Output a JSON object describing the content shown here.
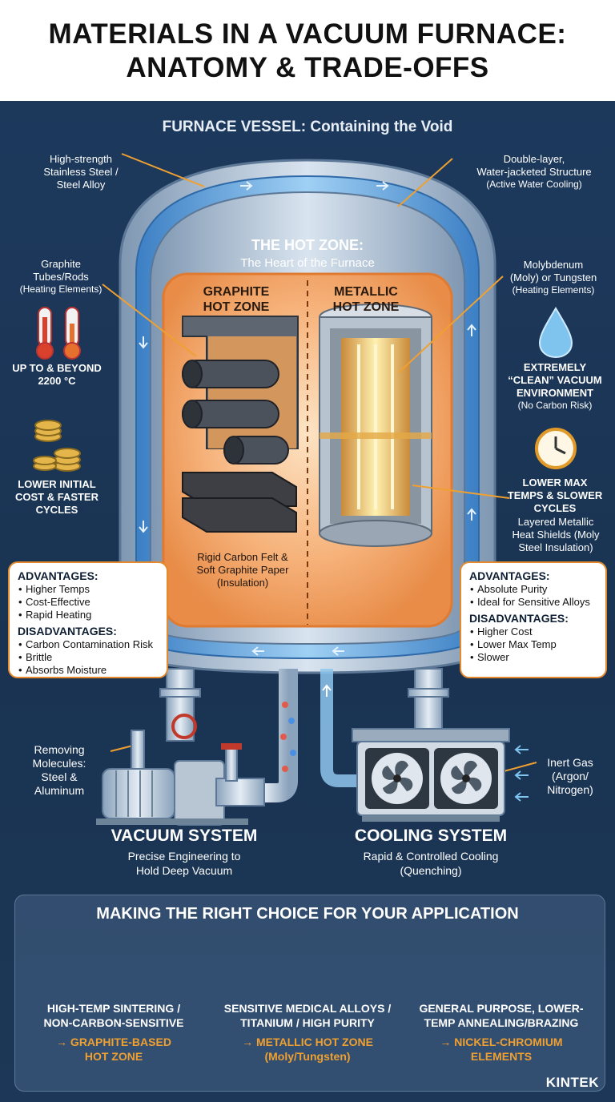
{
  "title": {
    "line1": "MATERIALS IN A VACUUM FURNACE:",
    "line2": "ANATOMY & TRADE-OFFS"
  },
  "vessel": {
    "title": "FURNACE VESSEL: Containing the Void",
    "left_label": [
      "High-strength",
      "Stainless Steel /",
      "Steel Alloy"
    ],
    "right_label": [
      "Double-layer,",
      "Water-jacketed Structure"
    ],
    "right_note": "(Active Water Cooling)"
  },
  "hot_zone": {
    "title": "THE HOT ZONE:",
    "subtitle": "The Heart of the Furnace"
  },
  "graphite": {
    "title": [
      "GRAPHITE",
      "HOT ZONE"
    ],
    "element_label": [
      "Graphite",
      "Tubes/Rods"
    ],
    "element_note": "(Heating Elements)",
    "temp_label": [
      "UP TO & BEYOND",
      "2200 °C"
    ],
    "cost_label": [
      "LOWER INITIAL",
      "COST & FASTER",
      "CYCLES"
    ],
    "insulation_label": [
      "Rigid Carbon Felt &",
      "Soft Graphite Paper"
    ],
    "insulation_note": "(Insulation)",
    "advantages_heading": "ADVANTAGES:",
    "advantages": [
      "Higher Temps",
      "Cost-Effective",
      "Rapid Heating"
    ],
    "disadvantages_heading": "DISADVANTAGES:",
    "disadvantages": [
      "Carbon Contamination Risk",
      "Brittle",
      "Absorbs Moisture"
    ]
  },
  "metallic": {
    "title": [
      "METALLIC",
      "HOT ZONE"
    ],
    "element_label": [
      "Molybdenum",
      "(Moly) or Tungsten"
    ],
    "element_note": "(Heating Elements)",
    "clean_label": [
      "EXTREMELY",
      "“CLEAN” VACUUM",
      "ENVIRONMENT"
    ],
    "clean_note": "(No Carbon Risk)",
    "slow_label": [
      "LOWER MAX",
      "TEMPS & SLOWER",
      "CYCLES"
    ],
    "shield_label": [
      "Layered Metallic",
      "Heat Shields (Moly",
      "Steel Insulation)"
    ],
    "advantages_heading": "ADVANTAGES:",
    "advantages": [
      "Absolute Purity",
      "Ideal for Sensitive Alloys"
    ],
    "disadvantages_heading": "DISADVANTAGES:",
    "disadvantages": [
      "Higher Cost",
      "Lower Max Temp",
      "Slower"
    ]
  },
  "vacuum_system": {
    "removing_label": [
      "Removing",
      "Molecules:",
      "Steel &",
      "Aluminum"
    ],
    "title": "VACUUM SYSTEM",
    "subtitle": [
      "Precise Engineering to",
      "Hold Deep Vacuum"
    ]
  },
  "cooling_system": {
    "gas_label": [
      "Inert Gas",
      "(Argon/",
      "Nitrogen)"
    ],
    "title": "COOLING SYSTEM",
    "subtitle": [
      "Rapid & Controlled Cooling",
      "(Quenching)"
    ]
  },
  "choice": {
    "title": "MAKING THE RIGHT CHOICE FOR YOUR APPLICATION",
    "columns": [
      {
        "label": [
          "HIGH-TEMP SINTERING /",
          "NON-CARBON-SENSITIVE"
        ],
        "result": [
          "→ GRAPHITE-BASED",
          "HOT ZONE"
        ],
        "icon": "gear-icon"
      },
      {
        "label": [
          "SENSITIVE MEDICAL ALLOYS /",
          "TITANIUM / HIGH PURITY"
        ],
        "result": [
          "→ METALLIC HOT ZONE",
          "(Moly/Tungsten)"
        ],
        "icon": "implant-icon"
      },
      {
        "label": [
          "GENERAL PURPOSE, LOWER-",
          "TEMP ANNEALING/BRAZING"
        ],
        "result": [
          "→ NICKEL-CHROMIUM",
          "ELEMENTS"
        ],
        "icon": "wrench-icon"
      }
    ]
  },
  "brand": "KINTEK",
  "colors": {
    "accent": "#e58a2c",
    "background": "#1b3556",
    "hot_zone": "#f4a868"
  }
}
